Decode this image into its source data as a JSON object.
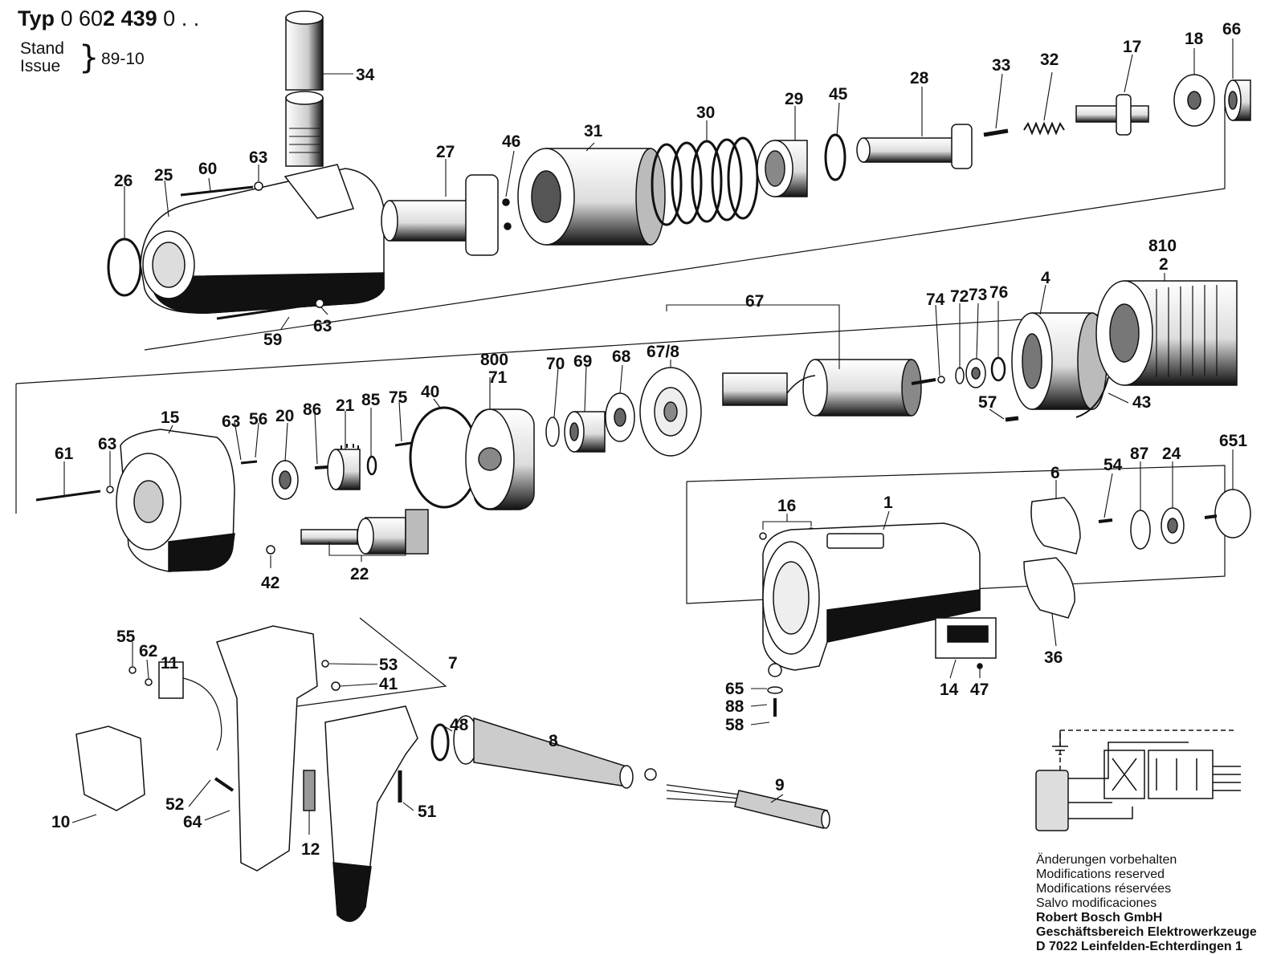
{
  "header": {
    "typ_word": "Typ",
    "typ_prefix": "0 60",
    "typ_bold": "2 439",
    "typ_suffix": "0 . .",
    "stand": "Stand",
    "issue": "Issue",
    "brace": "}",
    "date": "89-10"
  },
  "footer": {
    "mod_de": "Änderungen vorbehalten",
    "mod_en": "Modifications reserved",
    "mod_fr": "Modifications réservées",
    "mod_es": "Salvo modificaciones",
    "company": "Robert Bosch GmbH",
    "division": "Geschäftsbereich Elektrowerkzeuge",
    "address": "D 7022 Leinfelden-Echterdingen 1"
  },
  "callouts": [
    "34",
    "26",
    "25",
    "60",
    "63",
    "27",
    "46",
    "31",
    "30",
    "29",
    "45",
    "28",
    "33",
    "32",
    "17",
    "18",
    "66",
    "59",
    "63",
    "810",
    "2",
    "67",
    "74",
    "72",
    "73",
    "76",
    "4",
    "43",
    "57",
    "800",
    "71",
    "70",
    "69",
    "68",
    "67/8",
    "61",
    "63",
    "15",
    "63",
    "56",
    "20",
    "86",
    "21",
    "85",
    "75",
    "40",
    "42",
    "22",
    "6",
    "54",
    "87",
    "24",
    "651",
    "16",
    "1",
    "36",
    "14",
    "47",
    "65",
    "88",
    "58",
    "55",
    "62",
    "11",
    "53",
    "41",
    "7",
    "48",
    "8",
    "9",
    "52",
    "64",
    "10",
    "12",
    "51"
  ]
}
